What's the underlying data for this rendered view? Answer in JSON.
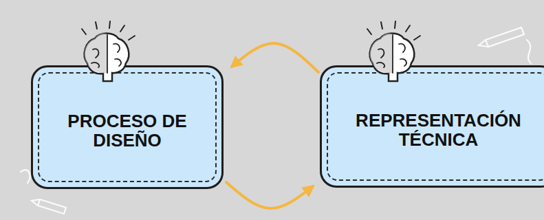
{
  "diagram": {
    "nodes": [
      {
        "text": [
          "PROCESO DE DISEÑO"
        ]
      },
      {
        "text": [
          "REPRESENTACIÓN TÉCNICA"
        ]
      }
    ],
    "edges": [
      {
        "from": 1,
        "to": 0,
        "arrow": "to"
      },
      {
        "from": 0,
        "to": 1,
        "arrow": "to"
      }
    ]
  }
}
